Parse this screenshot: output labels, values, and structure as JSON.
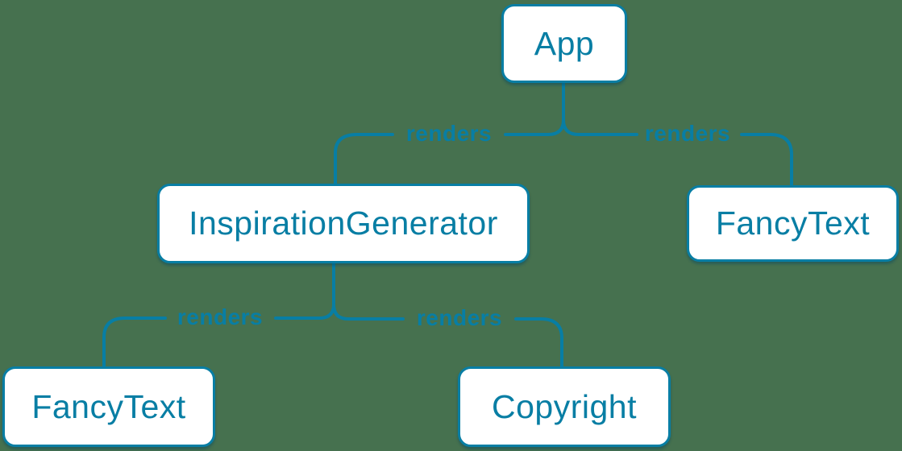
{
  "colors": {
    "background": "#46714F",
    "accent_blue": "#087ea4",
    "node_fill": "#ffffff"
  },
  "diagram": {
    "type": "render-tree",
    "nodes": [
      {
        "id": "app",
        "label": "App"
      },
      {
        "id": "inspiration-generator",
        "label": "InspirationGenerator"
      },
      {
        "id": "fancy-text-right",
        "label": "FancyText"
      },
      {
        "id": "fancy-text-left",
        "label": "FancyText"
      },
      {
        "id": "copyright",
        "label": "Copyright"
      }
    ],
    "edges": [
      {
        "from": "App",
        "to": "InspirationGenerator",
        "label": "renders"
      },
      {
        "from": "App",
        "to": "FancyText",
        "label": "renders"
      },
      {
        "from": "InspirationGenerator",
        "to": "FancyText",
        "label": "renders"
      },
      {
        "from": "InspirationGenerator",
        "to": "Copyright",
        "label": "renders"
      }
    ]
  }
}
